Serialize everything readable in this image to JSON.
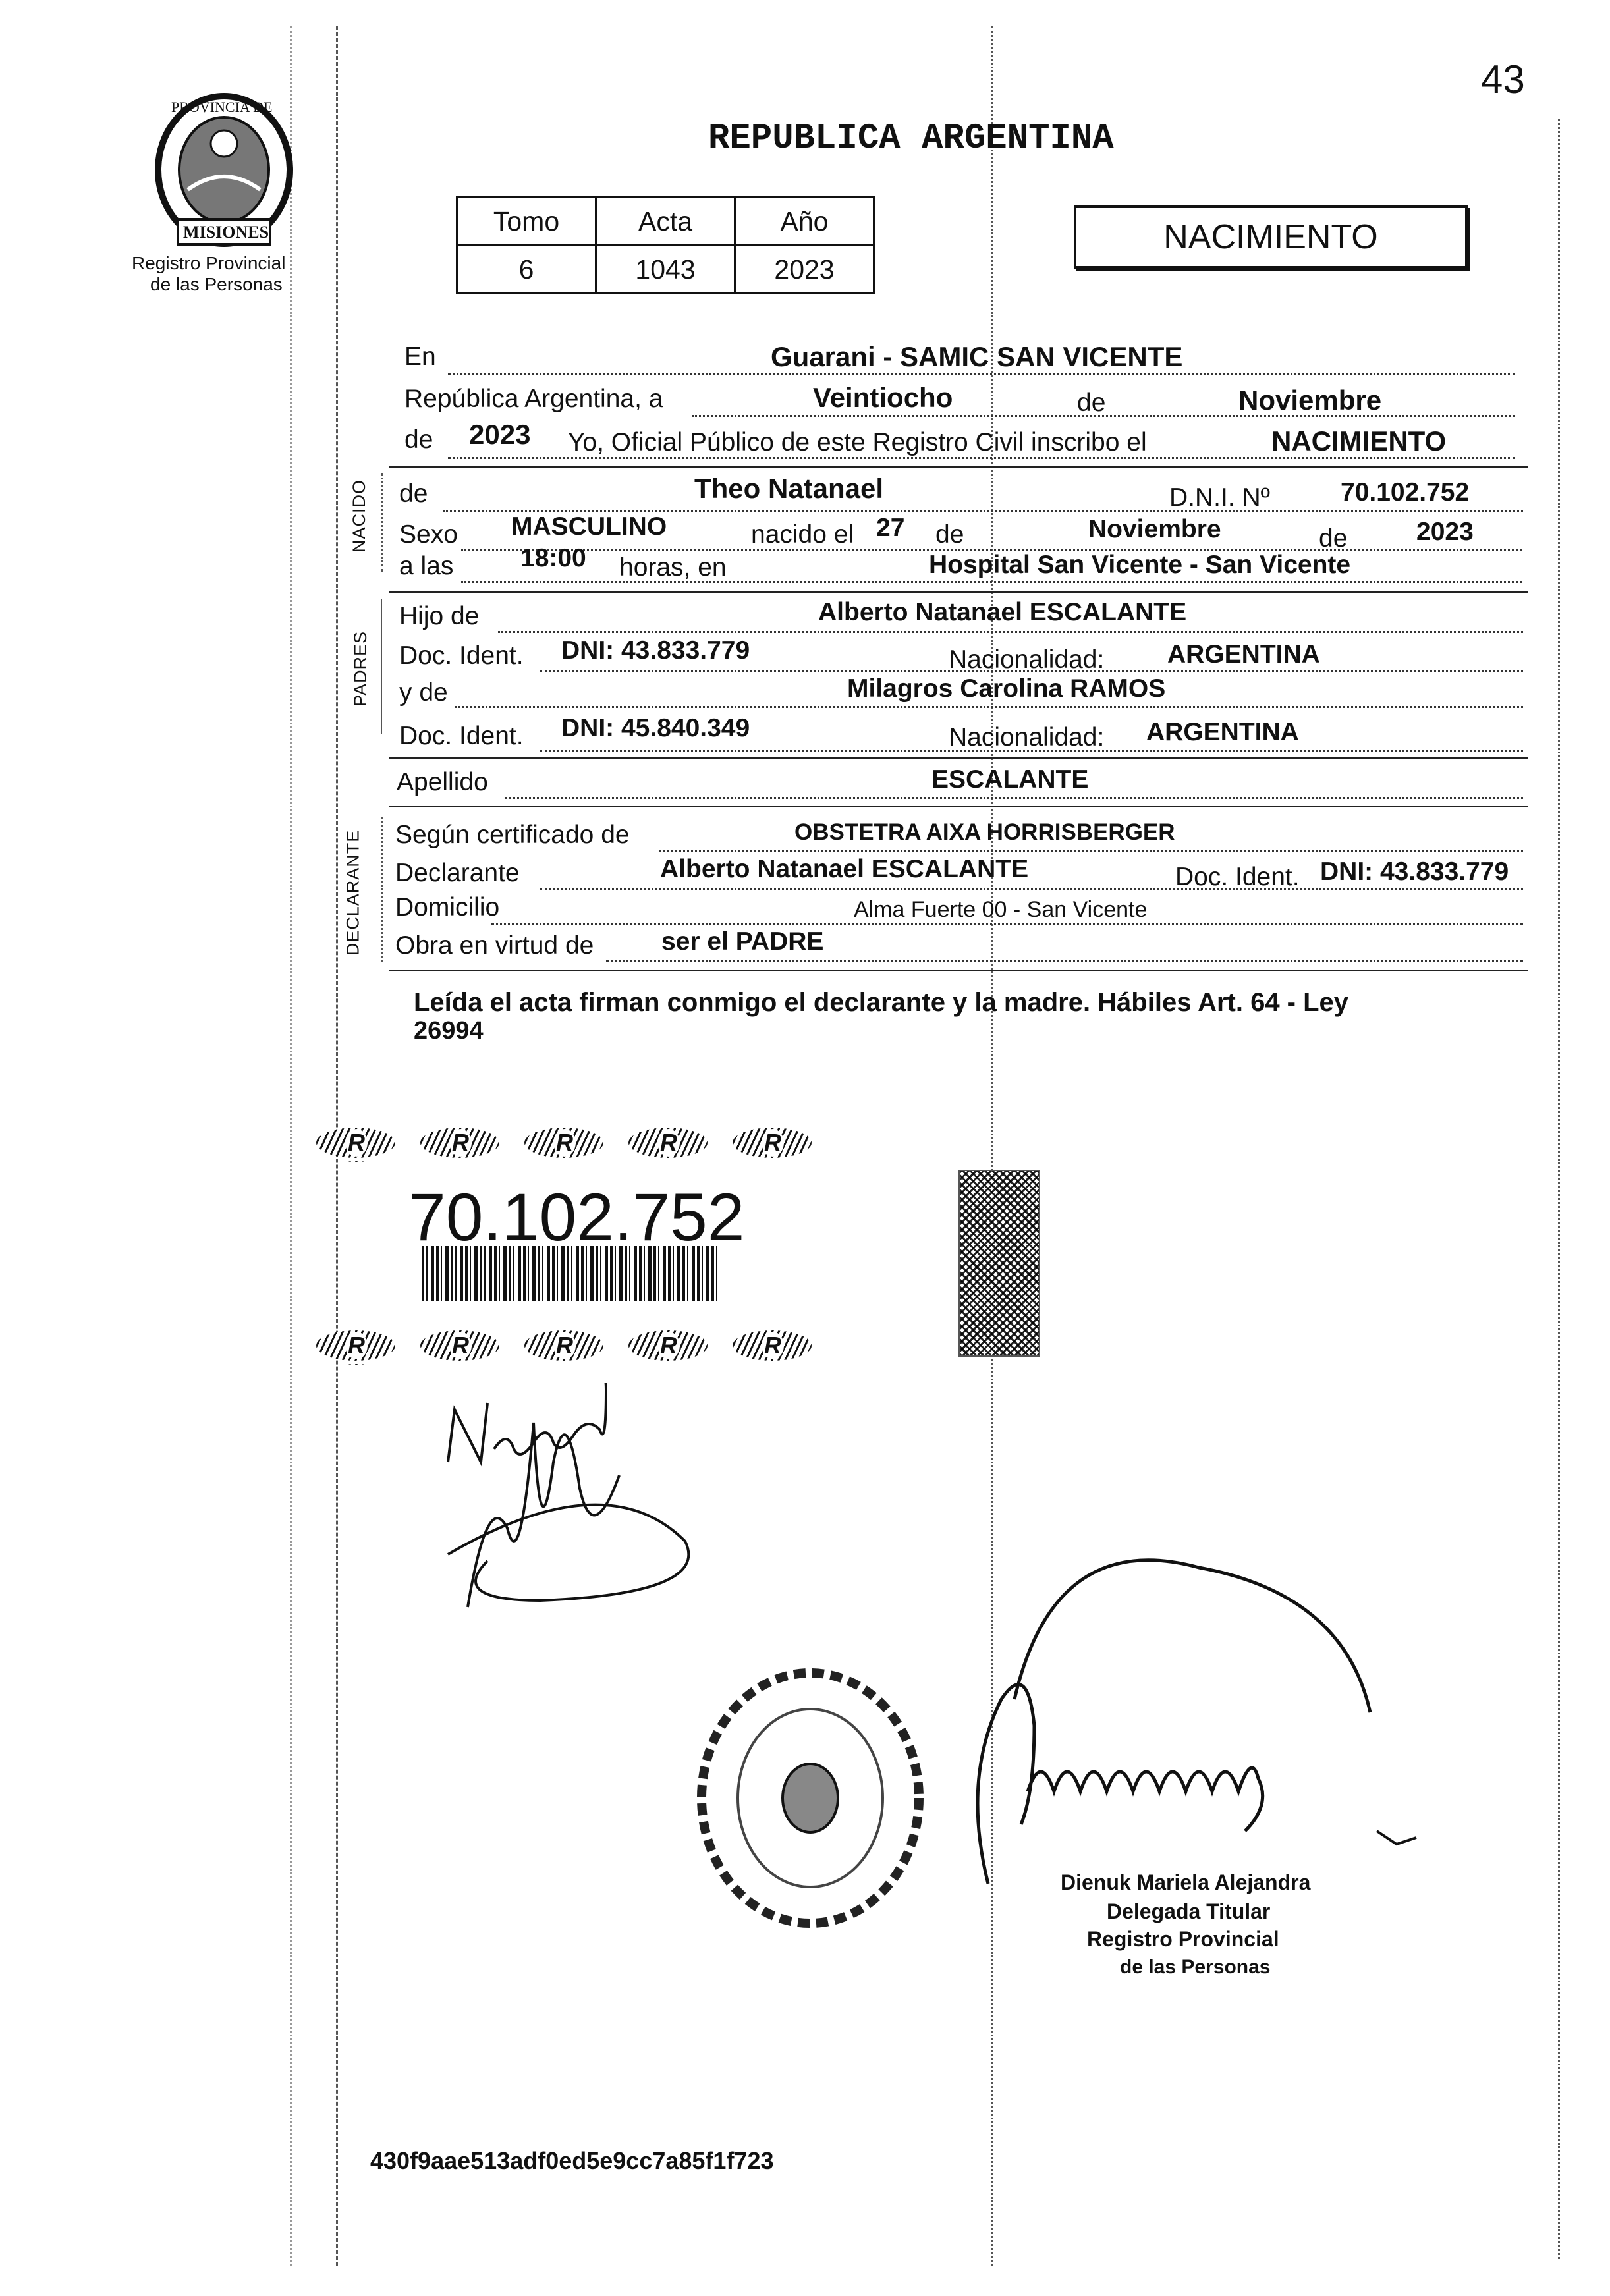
{
  "page_number": "43",
  "logo": {
    "text_top": "PROVINCIA DE",
    "text_bottom": "MISIONES",
    "caption_line1": "Registro Provincial",
    "caption_line2": "de las Personas"
  },
  "header": {
    "title": "REPUBLICA ARGENTINA",
    "doc_type": "NACIMIENTO"
  },
  "registry_table": {
    "headers": [
      "Tomo",
      "Acta",
      "Año"
    ],
    "values": [
      "6",
      "1043",
      "2023"
    ]
  },
  "record": {
    "en_label": "En",
    "en_value": "Guarani - SAMIC SAN VICENTE",
    "republica_label": "República Argentina, a",
    "day_words": "Veintiocho",
    "de_label": "de",
    "month": "Noviembre",
    "de_label2": "de",
    "year": "2023",
    "officer_text": "Yo, Oficial Público de este Registro Civil inscribo el",
    "inscribe_value": "NACIMIENTO"
  },
  "nacido": {
    "section_label": "NACIDO",
    "de_label": "de",
    "name": "Theo Natanael",
    "dni_label": "D.N.I. Nº",
    "dni": "70.102.752",
    "sexo_label": "Sexo",
    "sexo": "MASCULINO",
    "nacido_label": "nacido el",
    "birth_day": "27",
    "de_label_a": "de",
    "birth_month": "Noviembre",
    "de_label_b": "de",
    "birth_year": "2023",
    "hora_label": "a las",
    "hora": "18:00",
    "horas_label": "horas, en",
    "lugar": "Hospital San Vicente - San Vicente"
  },
  "padres": {
    "section_label": "PADRES",
    "hijo_label": "Hijo de",
    "padre": "Alberto Natanael ESCALANTE",
    "doc_label": "Doc. Ident.",
    "padre_doc": "DNI: 43.833.779",
    "nac_label": "Nacionalidad:",
    "padre_nac": "ARGENTINA",
    "yde_label": "y de",
    "madre": "Milagros Carolina RAMOS",
    "doc_label2": "Doc. Ident.",
    "madre_doc": "DNI: 45.840.349",
    "nac_label2": "Nacionalidad:",
    "madre_nac": "ARGENTINA"
  },
  "apellido": {
    "label": "Apellido",
    "value": "ESCALANTE"
  },
  "declarante": {
    "section_label": "DECLARANTE",
    "cert_label": "Según certificado de",
    "cert_value": "OBSTETRA AIXA HORRISBERGER",
    "decl_label": "Declarante",
    "decl_value": "Alberto Natanael ESCALANTE",
    "doc_label": "Doc. Ident.",
    "doc_value": "DNI: 43.833.779",
    "dom_label": "Domicilio",
    "dom_value": "Alma Fuerte 00 - San Vicente",
    "obra_label": "Obra en virtud de",
    "obra_value": "ser el PADRE"
  },
  "closing_note_line1": "Leída el acta firman conmigo el declarante y la madre. Hábiles  Art. 64 - Ley",
  "closing_note_line2": "26994",
  "dni_label_number": "70.102.752",
  "official": {
    "name": "Dienuk Mariela Alejandra",
    "title": "Delegada Titular",
    "office1": "Registro Provincial",
    "office2": "de las Personas"
  },
  "hash": "430f9aae513adf0ed5e9cc7a85f1f723"
}
